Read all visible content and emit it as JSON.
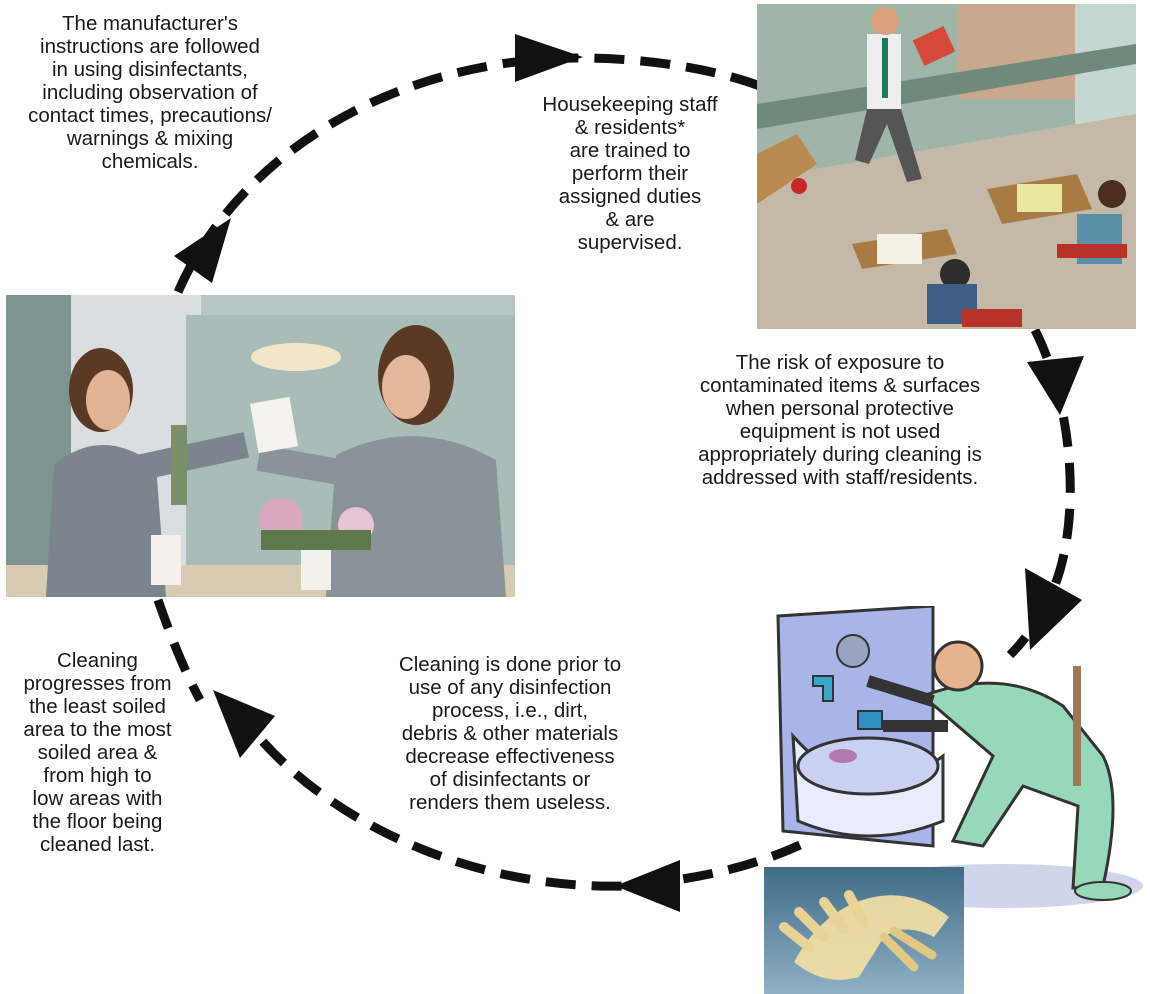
{
  "diagram": {
    "steps": [
      {
        "id": "manufacturer",
        "text": "The manufacturer's\ninstructions are followed\nin using disinfectants,\nincluding observation of\ncontact times, precautions/\nwarnings & mixing\nchemicals."
      },
      {
        "id": "housekeeping",
        "text": "Housekeeping staff\n& residents*\nare trained to\nperform their\nassigned duties\n& are\nsupervised."
      },
      {
        "id": "risk",
        "text": "The risk of exposure to\ncontaminated items & surfaces\nwhen personal protective\nequipment is not used\nappropriately during cleaning is\naddressed with staff/residents."
      },
      {
        "id": "cleaning",
        "text": "Cleaning is done prior to\nuse of any disinfection\nprocess, i.e., dirt,\ndebris & other materials\ndecrease effectiveness\nof disinfectants or\nrenders them useless."
      },
      {
        "id": "progress",
        "text": "Cleaning\nprogresses from\nthe least soiled\narea to the most\nsoiled area &\nfrom high to\nlow areas with\nthe floor being\ncleaned last."
      }
    ],
    "cycle": {
      "style": "dashed",
      "direction": "clockwise",
      "color": "#111111"
    },
    "images": [
      {
        "name": "classroom-illustration",
        "description": "clip-art teacher and students"
      },
      {
        "name": "mirror-cleaning-photo",
        "description": "woman cleaning mirror with spray"
      },
      {
        "name": "sink-cleaning-illustration",
        "description": "clip-art man cleaning sink"
      },
      {
        "name": "gloves-photo",
        "description": "latex gloves"
      }
    ]
  }
}
